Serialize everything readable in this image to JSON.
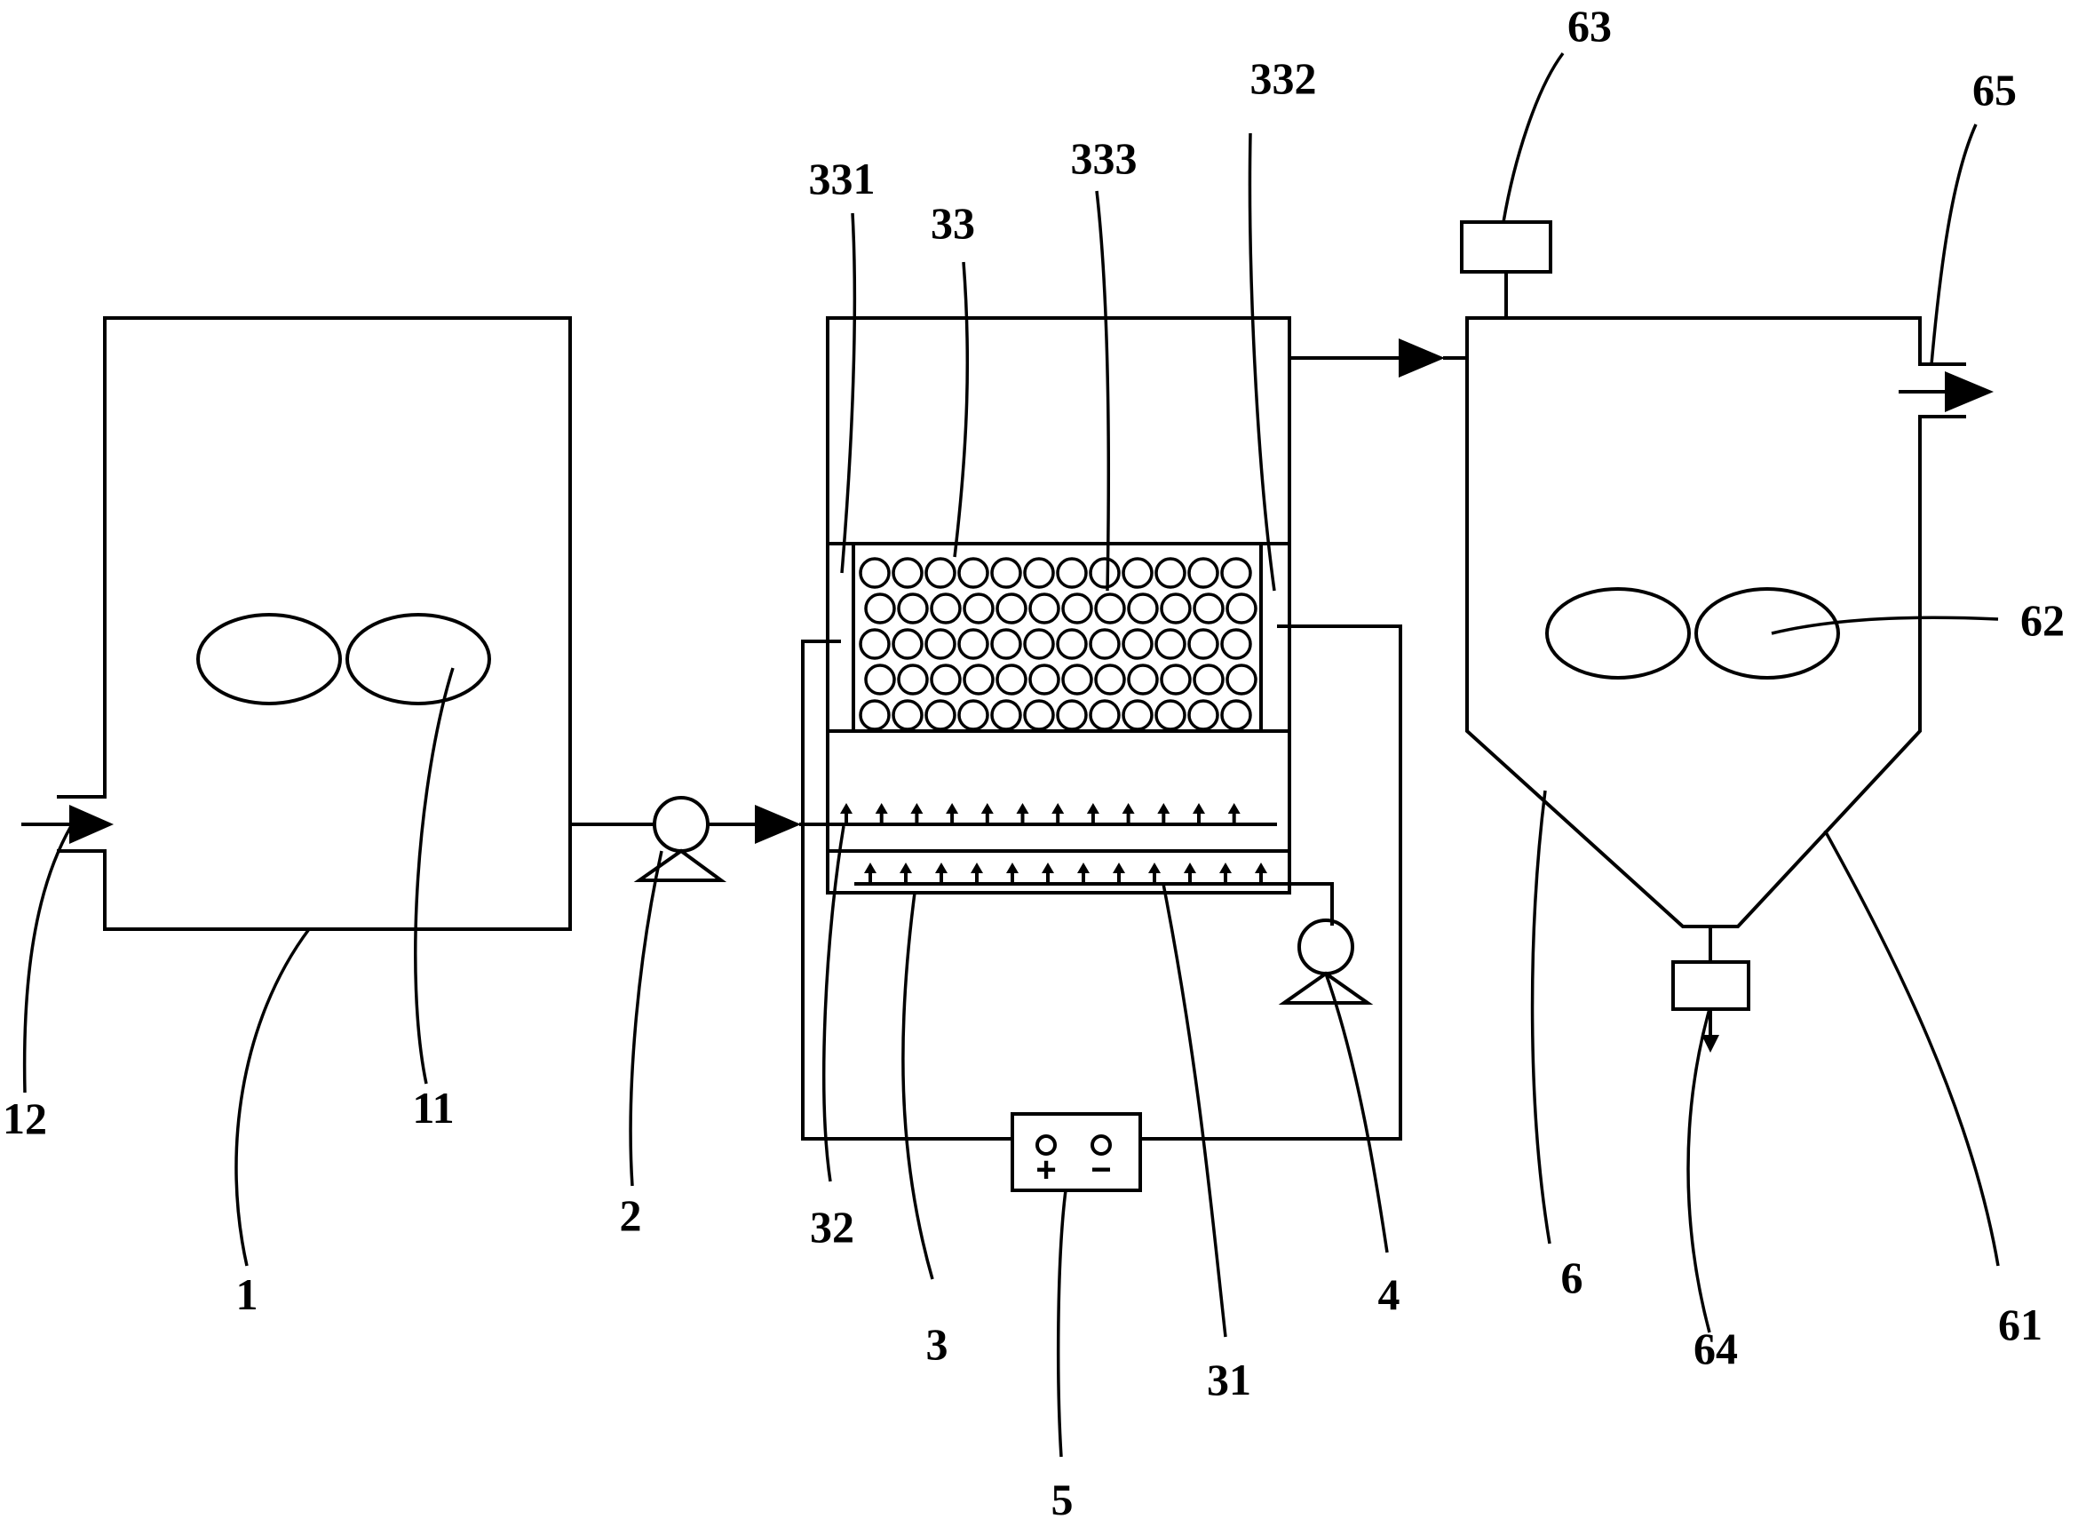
{
  "labels": {
    "l1": "1",
    "l11": "11",
    "l12": "12",
    "l2": "2",
    "l3": "3",
    "l31": "31",
    "l32": "32",
    "l33": "33",
    "l331": "331",
    "l332": "332",
    "l333": "333",
    "l4": "4",
    "l5": "5",
    "l6": "6",
    "l61": "61",
    "l62": "62",
    "l63": "63",
    "l64": "64",
    "l65": "65"
  },
  "power_supply": {
    "plus": "+",
    "minus": "−"
  }
}
